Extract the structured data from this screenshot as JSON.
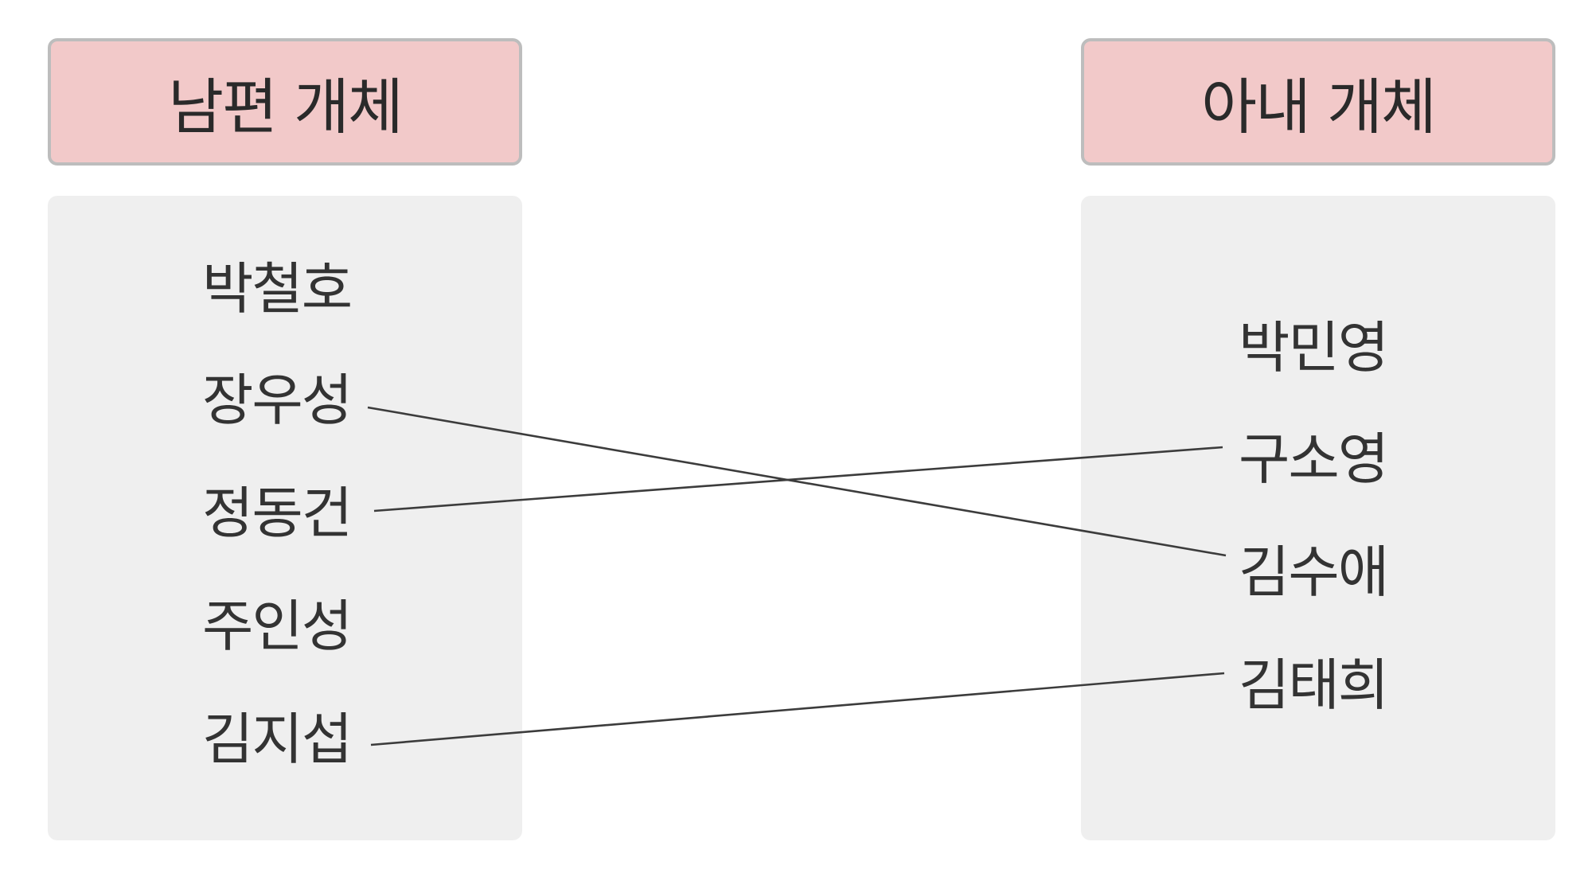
{
  "husband": {
    "title": "남편 개체",
    "names": [
      "박철호",
      "장우성",
      "정동건",
      "주인성",
      "김지섭"
    ]
  },
  "wife": {
    "title": "아내 개체",
    "names": [
      "박민영",
      "구소영",
      "김수애",
      "김태희"
    ]
  },
  "links": [
    {
      "husband": "장우성",
      "wife": "김수애"
    },
    {
      "husband": "정동건",
      "wife": "구소영"
    },
    {
      "husband": "김지섭",
      "wife": "김태희"
    }
  ]
}
